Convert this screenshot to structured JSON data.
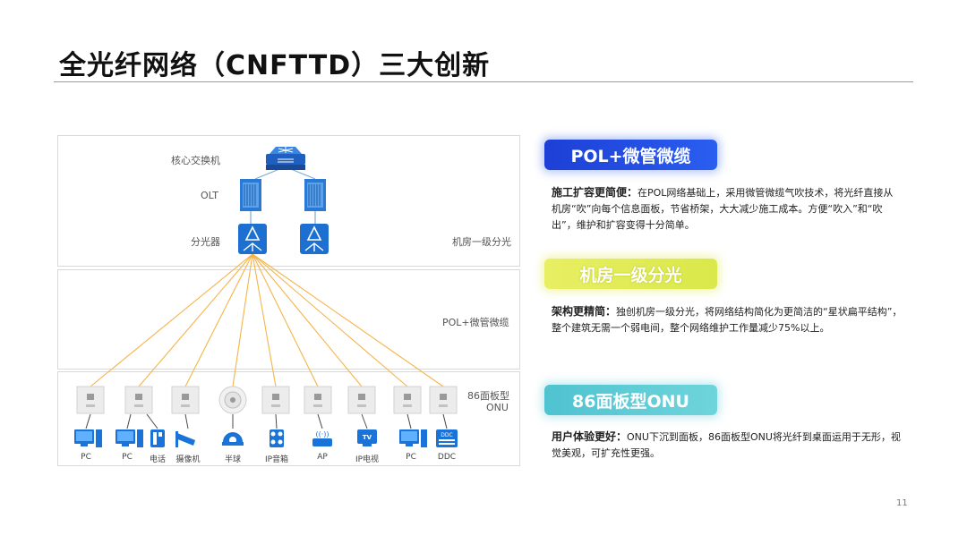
{
  "title": "全光纤网络（CNFTTD）三大创新",
  "page_number": "11",
  "diagram": {
    "labels": {
      "core_switch": "核心交换机",
      "olt": "OLT",
      "splitter": "分光器",
      "level1_split": "机房一级分光",
      "pol_cable": "POL+微管微缆",
      "panel_onu_line1": "86面板型",
      "panel_onu_line2": "ONU"
    },
    "devices": [
      "PC",
      "PC",
      "电话",
      "摄像机",
      "半球",
      "IP音箱",
      "AP",
      "IP电视",
      "PC",
      "DDC"
    ],
    "icon_texts": {
      "tv": "TV",
      "ddc": "DDC",
      "ap": "((·))"
    }
  },
  "innovations": [
    {
      "badge": "POL+微管微缆",
      "heading": "施工扩容更简便：",
      "text": "在POL网络基础上，采用微管微缆气吹技术，将光纤直接从机房“吹”向每个信息面板，节省桥架，大大减少施工成本。方便“吹入”和“吹出”，维护和扩容变得十分简单。"
    },
    {
      "badge": "机房一级分光",
      "heading": "架构更精简：",
      "text": "独创机房一级分光，将网络结构简化为更简洁的“星状扁平结构”，整个建筑无需一个弱电间，整个网络维护工作量减少75%以上。"
    },
    {
      "badge": "86面板型ONU",
      "heading": "用户体验更好：",
      "text": "ONU下沉到面板，86面板型ONU将光纤到桌面运用于无形，视觉美观，可扩充性更强。"
    }
  ],
  "colors": {
    "fiber": "#f5b44a",
    "device_blue": "#1a73d9",
    "badge_blue": "#2450e0",
    "badge_yellow": "#dde85a",
    "badge_cyan": "#5ccad4"
  }
}
